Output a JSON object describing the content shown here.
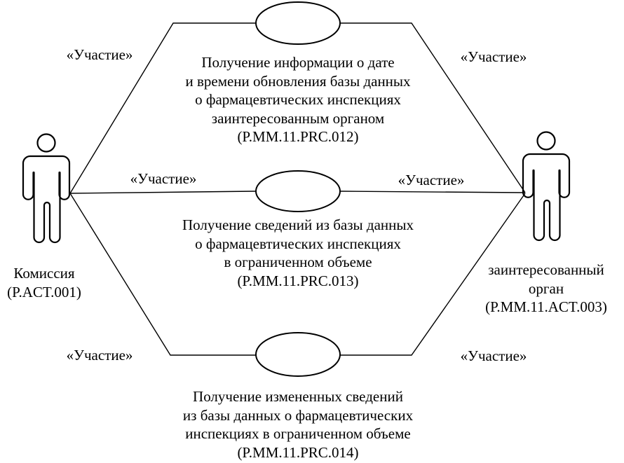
{
  "diagram": {
    "type": "uml-use-case",
    "colors": {
      "background": "#ffffff",
      "stroke": "#000000",
      "text": "#000000"
    },
    "actors": {
      "left": {
        "lines": [
          "Комиссия",
          "(P.ACT.001)"
        ]
      },
      "right": {
        "lines": [
          "заинтересованный",
          "орган",
          "(P.MM.11.ACT.003)"
        ]
      }
    },
    "use_cases": [
      {
        "code": "P.MM.11.PRC.012",
        "lines": [
          "Получение информации о дате",
          "и времени обновления базы данных",
          "о фармацевтических инспекциях",
          "заинтересованным органом",
          "(P.MM.11.PRC.012)"
        ]
      },
      {
        "code": "P.MM.11.PRC.013",
        "lines": [
          "Получение сведений из базы данных",
          "о фармацевтических инспекциях",
          "в ограниченном объеме",
          "(P.MM.11.PRC.013)"
        ]
      },
      {
        "code": "P.MM.11.PRC.014",
        "lines": [
          "Получение измененных сведений",
          "из базы данных о фармацевтических",
          "инспекциях в ограниченном объеме",
          "(P.MM.11.PRC.014)"
        ]
      }
    ],
    "connector_labels": {
      "top_left": "«Участие»",
      "top_right": "«Участие»",
      "middle_left": "«Участие»",
      "middle_right": "«Участие»",
      "bottom_left": "«Участие»",
      "bottom_right": "«Участие»"
    }
  }
}
